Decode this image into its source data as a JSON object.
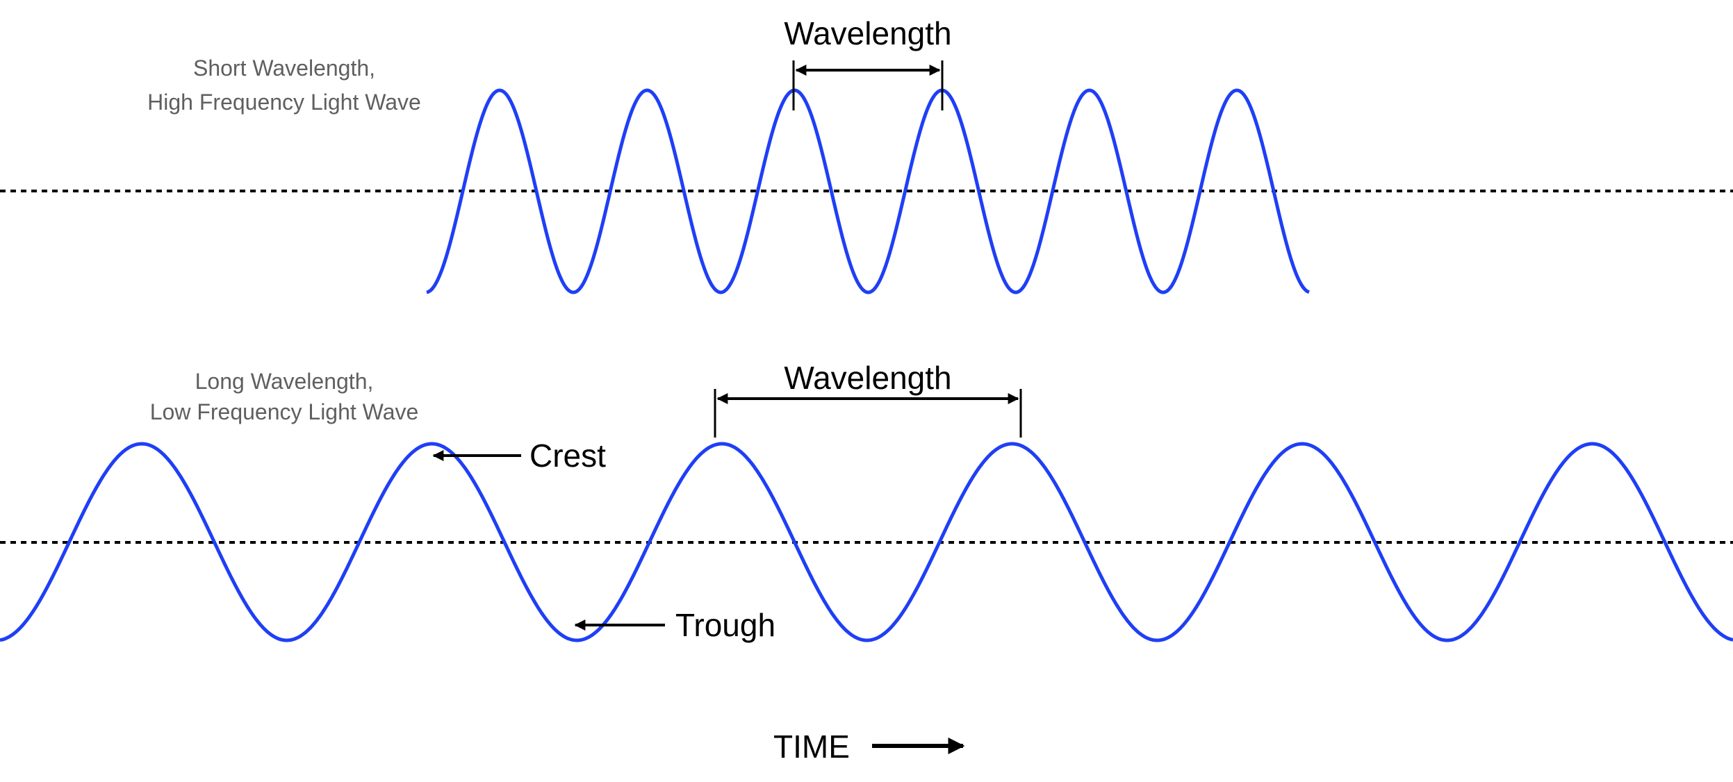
{
  "short_wave": {
    "label_line1": "Short Wavelength,",
    "label_line2": "High Frequency Light Wave",
    "wavelength_label": "Wavelength"
  },
  "long_wave": {
    "label_line1": "Long Wavelength,",
    "label_line2": "Low Frequency Light Wave",
    "wavelength_label": "Wavelength",
    "crest_label": "Crest",
    "trough_label": "Trough"
  },
  "time_axis_label": "TIME",
  "colors": {
    "wave": "#1f3ff5",
    "annotation": "#000000",
    "caption": "#5f5f5f"
  }
}
